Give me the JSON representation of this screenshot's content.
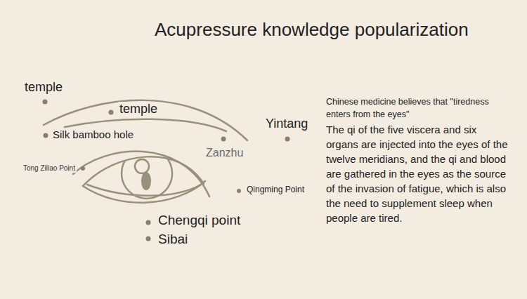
{
  "diagram": {
    "title": "Acupressure knowledge popularization",
    "labels": [
      "temple",
      "temple",
      "Silk bamboo hole",
      "Yintang",
      "Zanzhu",
      "Tong Ziliao Point",
      "Qingming Point",
      "Chengqi point",
      "Sibai",
      "Chinese medicine believes that \"tiredness enters from the eyes\"",
      "The qi of the five viscera and six organs are injected into the eyes of the twelve meridians, and the qi and blood are gathered in the eyes as the source of the invasion of fatigue, which is also the need to supplement sleep when people are tired."
    ]
  }
}
